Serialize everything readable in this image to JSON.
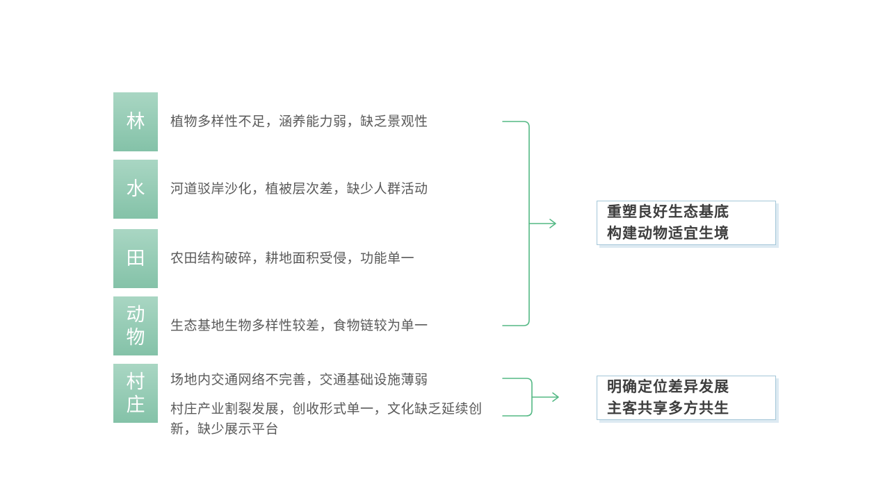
{
  "colors": {
    "accent": "#53b884",
    "tile-top": "#a9d6c3",
    "tile-bottom": "#84c2a8",
    "conclusion-border": "#a3c6d8",
    "conclusion-shadow": "#ddeaf2",
    "desc-text": "#595959"
  },
  "rows": [
    {
      "label": "林",
      "desc": "植物多样性不足，涵养能力弱，缺乏景观性"
    },
    {
      "label": "水",
      "desc": "河道驳岸沙化，植被层次差，缺少人群活动"
    },
    {
      "label": "田",
      "desc": "农田结构破碎，耕地面积受侵，功能单一"
    },
    {
      "label": "动物",
      "desc": "生态基地生物多样性较差，食物链较为单一"
    },
    {
      "label": "村庄",
      "desc": "场地内交通网络不完善，交通基础设施薄弱",
      "desc2": "村庄产业割裂发展，创收形式单一，文化缺乏延续创新，缺少展示平台"
    }
  ],
  "conclusions": [
    {
      "line1": "重塑良好生态基底",
      "line2": "构建动物适宜生境"
    },
    {
      "line1": "明确定位差异发展",
      "line2": "主客共享多方共生"
    }
  ]
}
